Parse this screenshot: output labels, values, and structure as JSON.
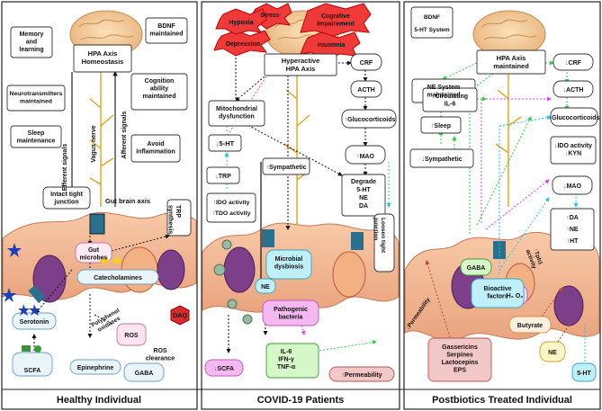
{
  "panels": {
    "healthy": "Healthy Individual",
    "covid": "COVID-19 Patients",
    "postbiotics": "Postbiotics Treated Individual"
  },
  "healthy": {
    "memory": [
      "Memory",
      "and",
      "learning"
    ],
    "hpa": [
      "HPA Axis",
      "Homeostasis"
    ],
    "bdnf": [
      "BDNF",
      "maintained"
    ],
    "neurotransmitters": [
      "Neurotransmitters",
      "maintained"
    ],
    "cognition": [
      "Cognition",
      "ability",
      "maintained"
    ],
    "sleep": [
      "Sleep",
      "maintenance"
    ],
    "inflammation": [
      "Avoid",
      "inflammation"
    ],
    "efferent": "Efferent signals",
    "vagus": "Vagus nerve",
    "afferent": "Afferent signals",
    "tight_junction": [
      "Intact tight",
      "junction"
    ],
    "gut_brain_axis": "Gut brain axis",
    "trp": [
      "TRP",
      "synthesis"
    ],
    "gut_microbes": [
      "Gut",
      "microbes"
    ],
    "catecholamines": "Catecholamines",
    "serotonin": "Serotonin",
    "polyphenol": [
      "Polyphenol",
      "oxidases"
    ],
    "ros": "ROS",
    "daq": "DAQ",
    "scfa": "SCFA",
    "epinephrine": "Epinephrine",
    "ros_clearance": [
      "ROS",
      "clearance"
    ],
    "gaba": "GABA"
  },
  "covid": {
    "stress": "Stress",
    "hypoxia": "Hypoxia",
    "depression": "Depression",
    "cognitive": [
      "Cognitive",
      "Impairement"
    ],
    "insomnia": "Insomnia",
    "hpa": [
      "Hyperactive",
      "HPA Axis"
    ],
    "crf": "CRF",
    "acth": "ACTH",
    "glucocorticoids": "Glucocorticoids",
    "mito": [
      "Mitochondrial",
      "dysfunction"
    ],
    "five_ht": "5-HT",
    "trp": "TRP",
    "ido": "IDO activity",
    "tdo": "TDO activity",
    "sympathetic": "Sympathetic",
    "mao": "MAO",
    "degrade": [
      "Degrade",
      "5-HT",
      "NE",
      "DA"
    ],
    "loosen": [
      "Loosen tight",
      "junction"
    ],
    "microbial": [
      "Microbial",
      "dysbiosis"
    ],
    "ne": "NE",
    "pathogenic": [
      "Pathogenic",
      "bacteria"
    ],
    "scfa": "SCFA",
    "cytokines": [
      "IL-6",
      "IFN-γ",
      "TNF-α"
    ],
    "permeability": "Permeability"
  },
  "post": {
    "bdnf": [
      "BDNF",
      "5-HT System"
    ],
    "hpa": [
      "HPA Axis",
      "maintained"
    ],
    "ne_system": [
      "NE System",
      "maintained"
    ],
    "crf": "CRF",
    "acth": "ACTH",
    "glucocorticoids": "Glucocorticoids",
    "il6": [
      "Circulating",
      "IL-6"
    ],
    "sleep": "Sleep",
    "sympathetic": "Sympathetic",
    "ido_kyn": [
      "IDO activity",
      "KYN"
    ],
    "mao": "MAO",
    "outputs": [
      "DA",
      "NE",
      "HT"
    ],
    "tph1": [
      "Tph1",
      "activity"
    ],
    "permeability": "Permeability",
    "gaba": "GABA",
    "h2o2": "H₂ O₂",
    "bioactive": [
      "Bioactive",
      "factors"
    ],
    "butyrate": "Butyrate",
    "bacteriocins": [
      "Gassericins",
      "Serpines",
      "Lactocepins",
      "EPS"
    ],
    "ne": "NE",
    "five_ht": "5-HT"
  },
  "colors": {
    "up_arrow": "#e02020",
    "down_arrow": "#1f4fd8",
    "green_path": "#2ecc40",
    "magenta_path": "#e040fb",
    "cyan_path": "#1ec8e0"
  }
}
